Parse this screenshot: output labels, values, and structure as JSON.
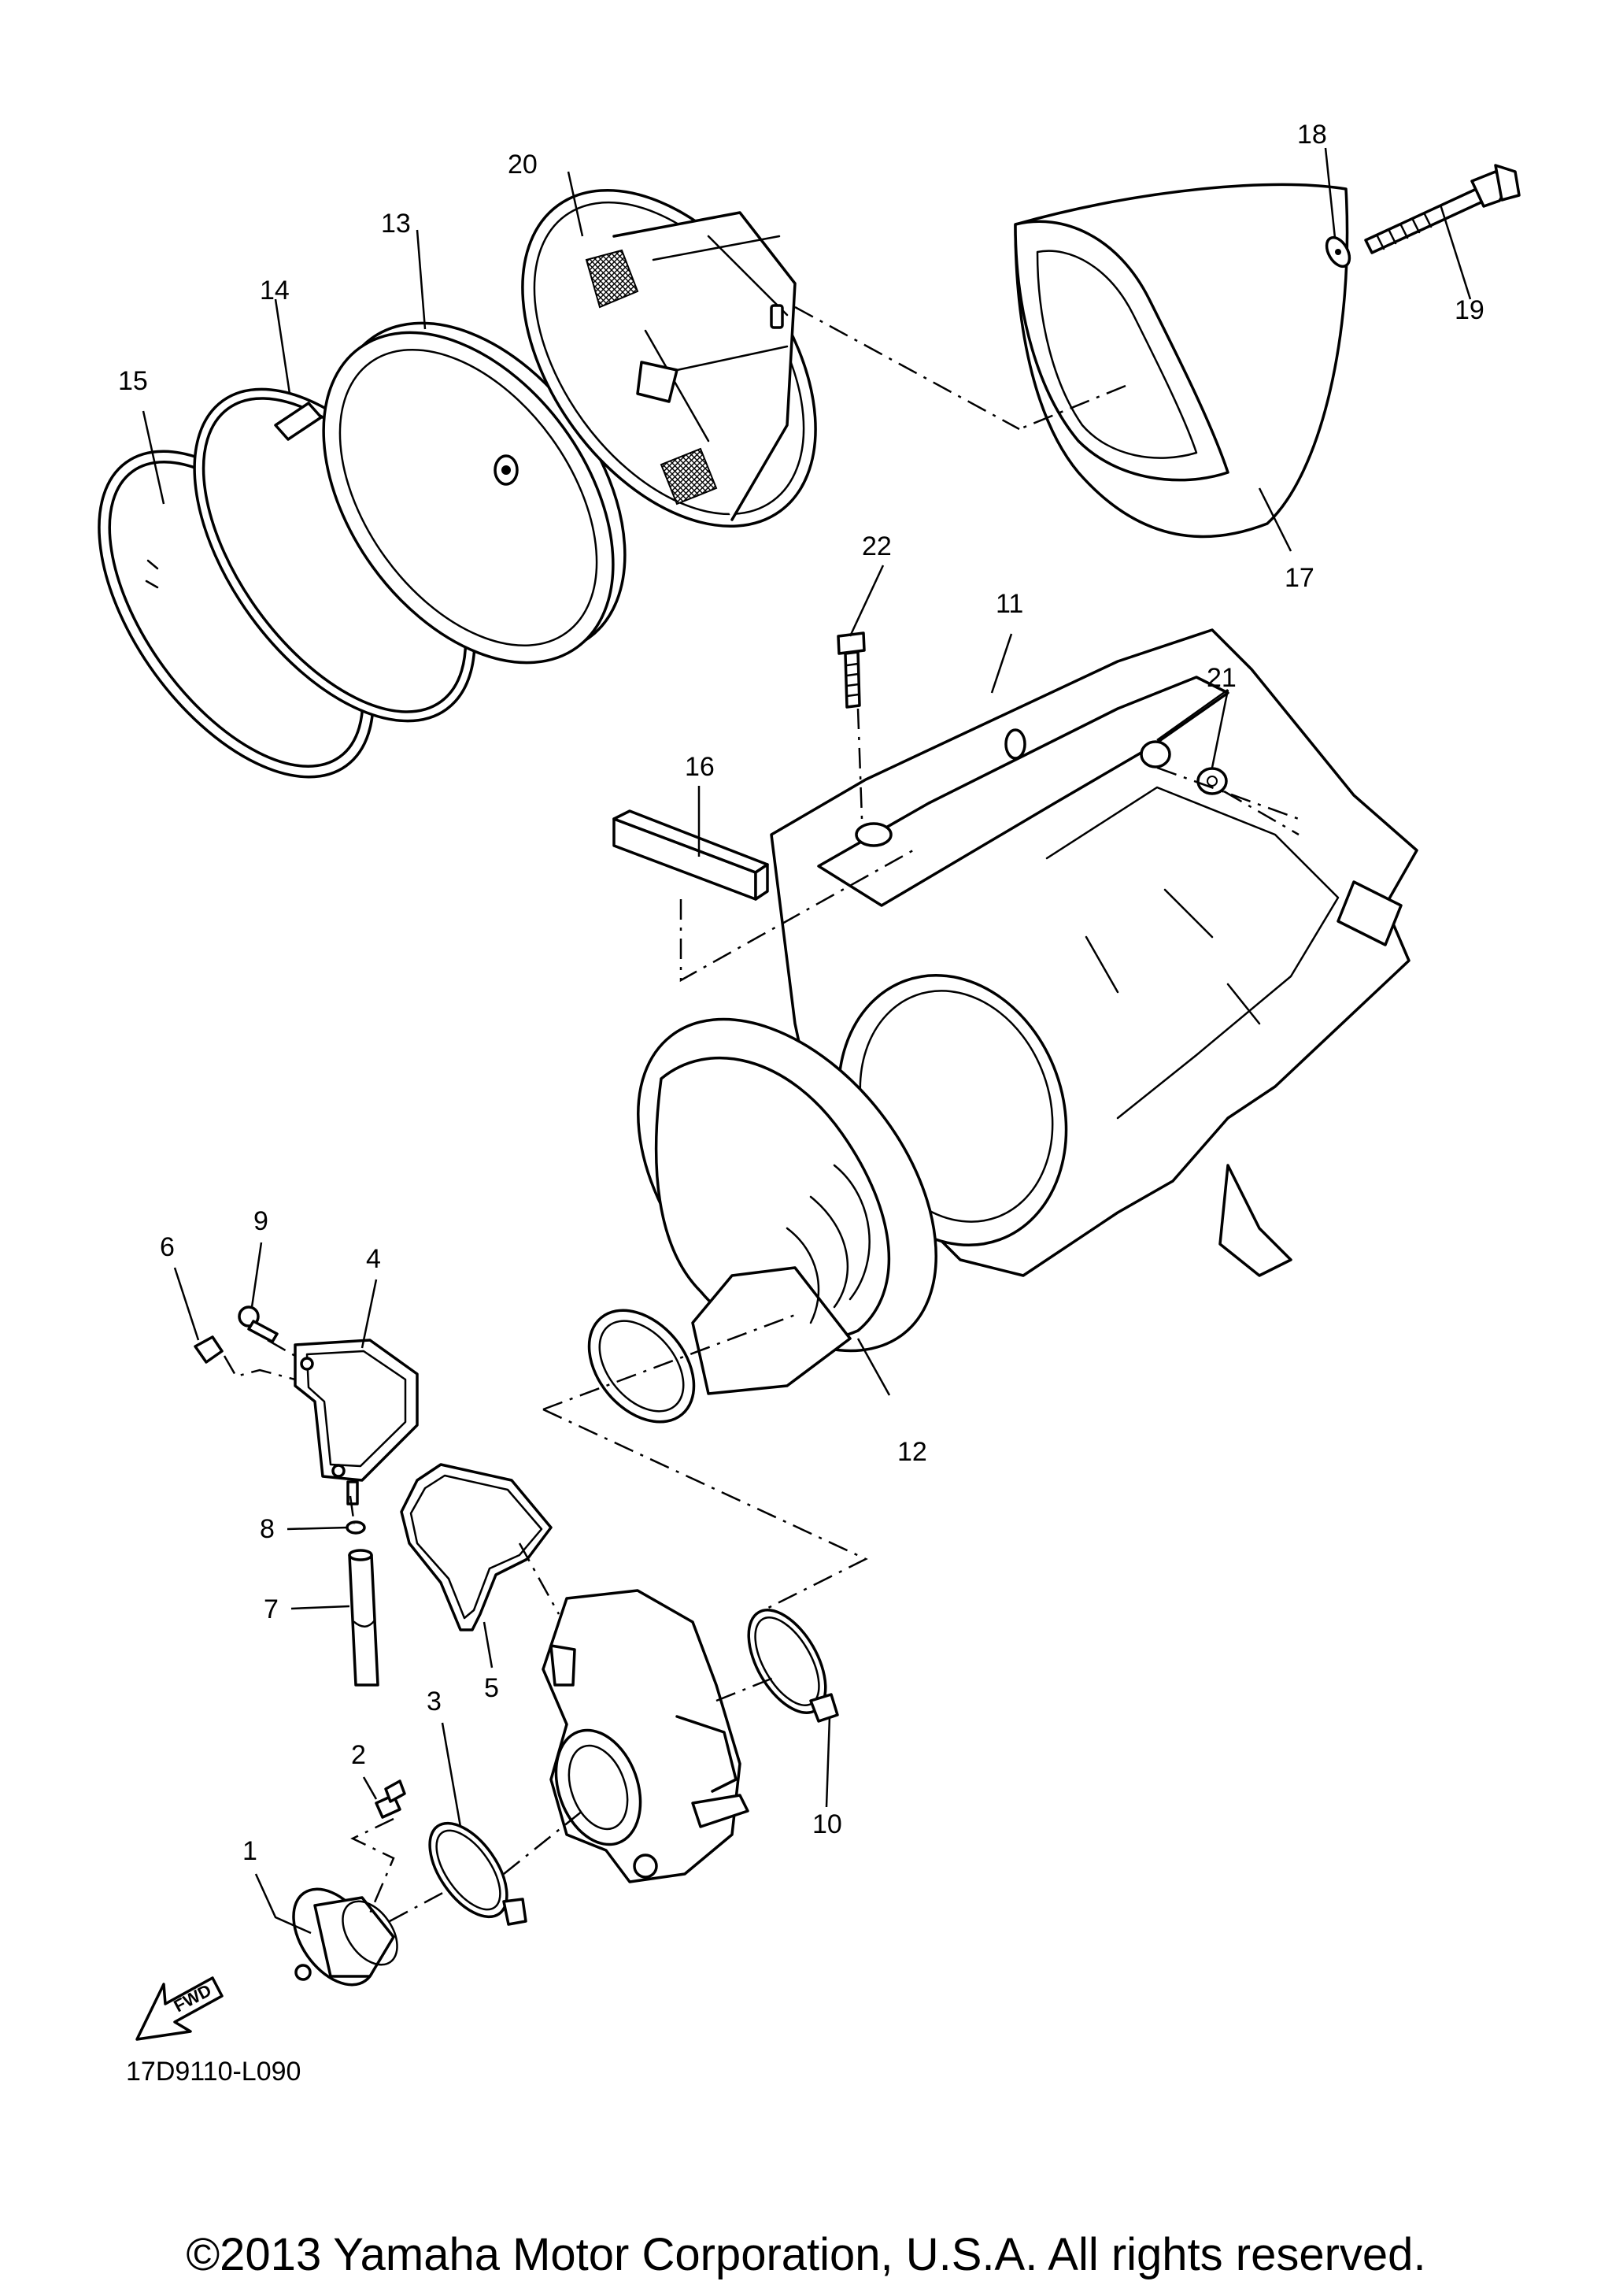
{
  "diagram": {
    "code": "17D9110-L090",
    "fwd_label": "FWD",
    "copyright": "©2013 Yamaha Motor Corporation, U.S.A. All rights reserved.",
    "callouts": [
      "1",
      "2",
      "3",
      "4",
      "5",
      "6",
      "7",
      "8",
      "9",
      "10",
      "11",
      "12",
      "13",
      "14",
      "15",
      "16",
      "17",
      "18",
      "19",
      "20",
      "21",
      "22"
    ]
  }
}
